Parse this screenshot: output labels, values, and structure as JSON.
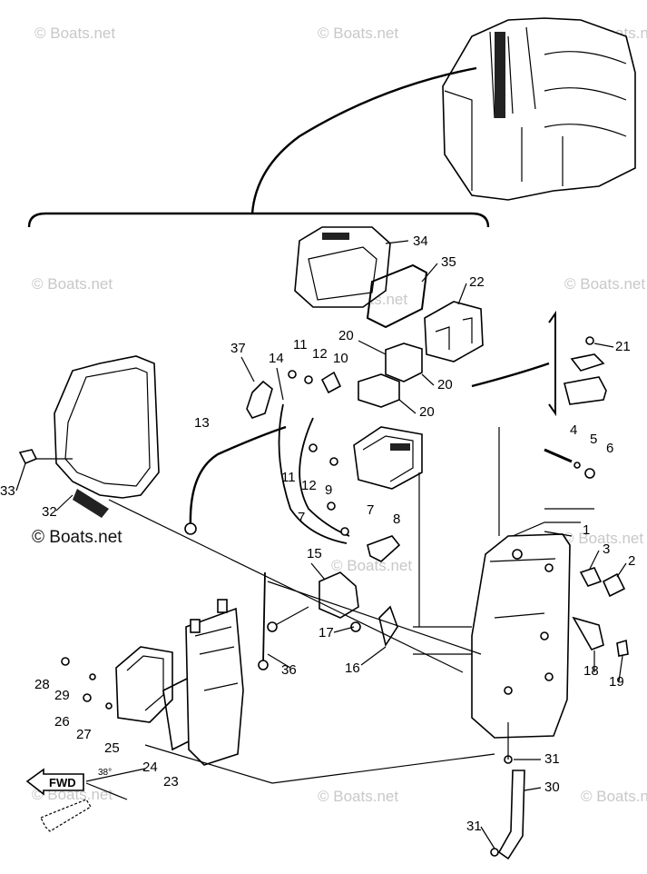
{
  "diagram": {
    "watermark": "© Boats.net",
    "fwd_label": "FWD",
    "angle_label": "38°",
    "callouts": [
      "1",
      "2",
      "3",
      "4",
      "5",
      "6",
      "7",
      "8",
      "9",
      "10",
      "11",
      "12",
      "13",
      "14",
      "15",
      "16",
      "17",
      "18",
      "19",
      "20",
      "21",
      "22",
      "23",
      "24",
      "25",
      "26",
      "27",
      "28",
      "29",
      "30",
      "31",
      "32",
      "33",
      "34",
      "35",
      "36",
      "37"
    ]
  }
}
